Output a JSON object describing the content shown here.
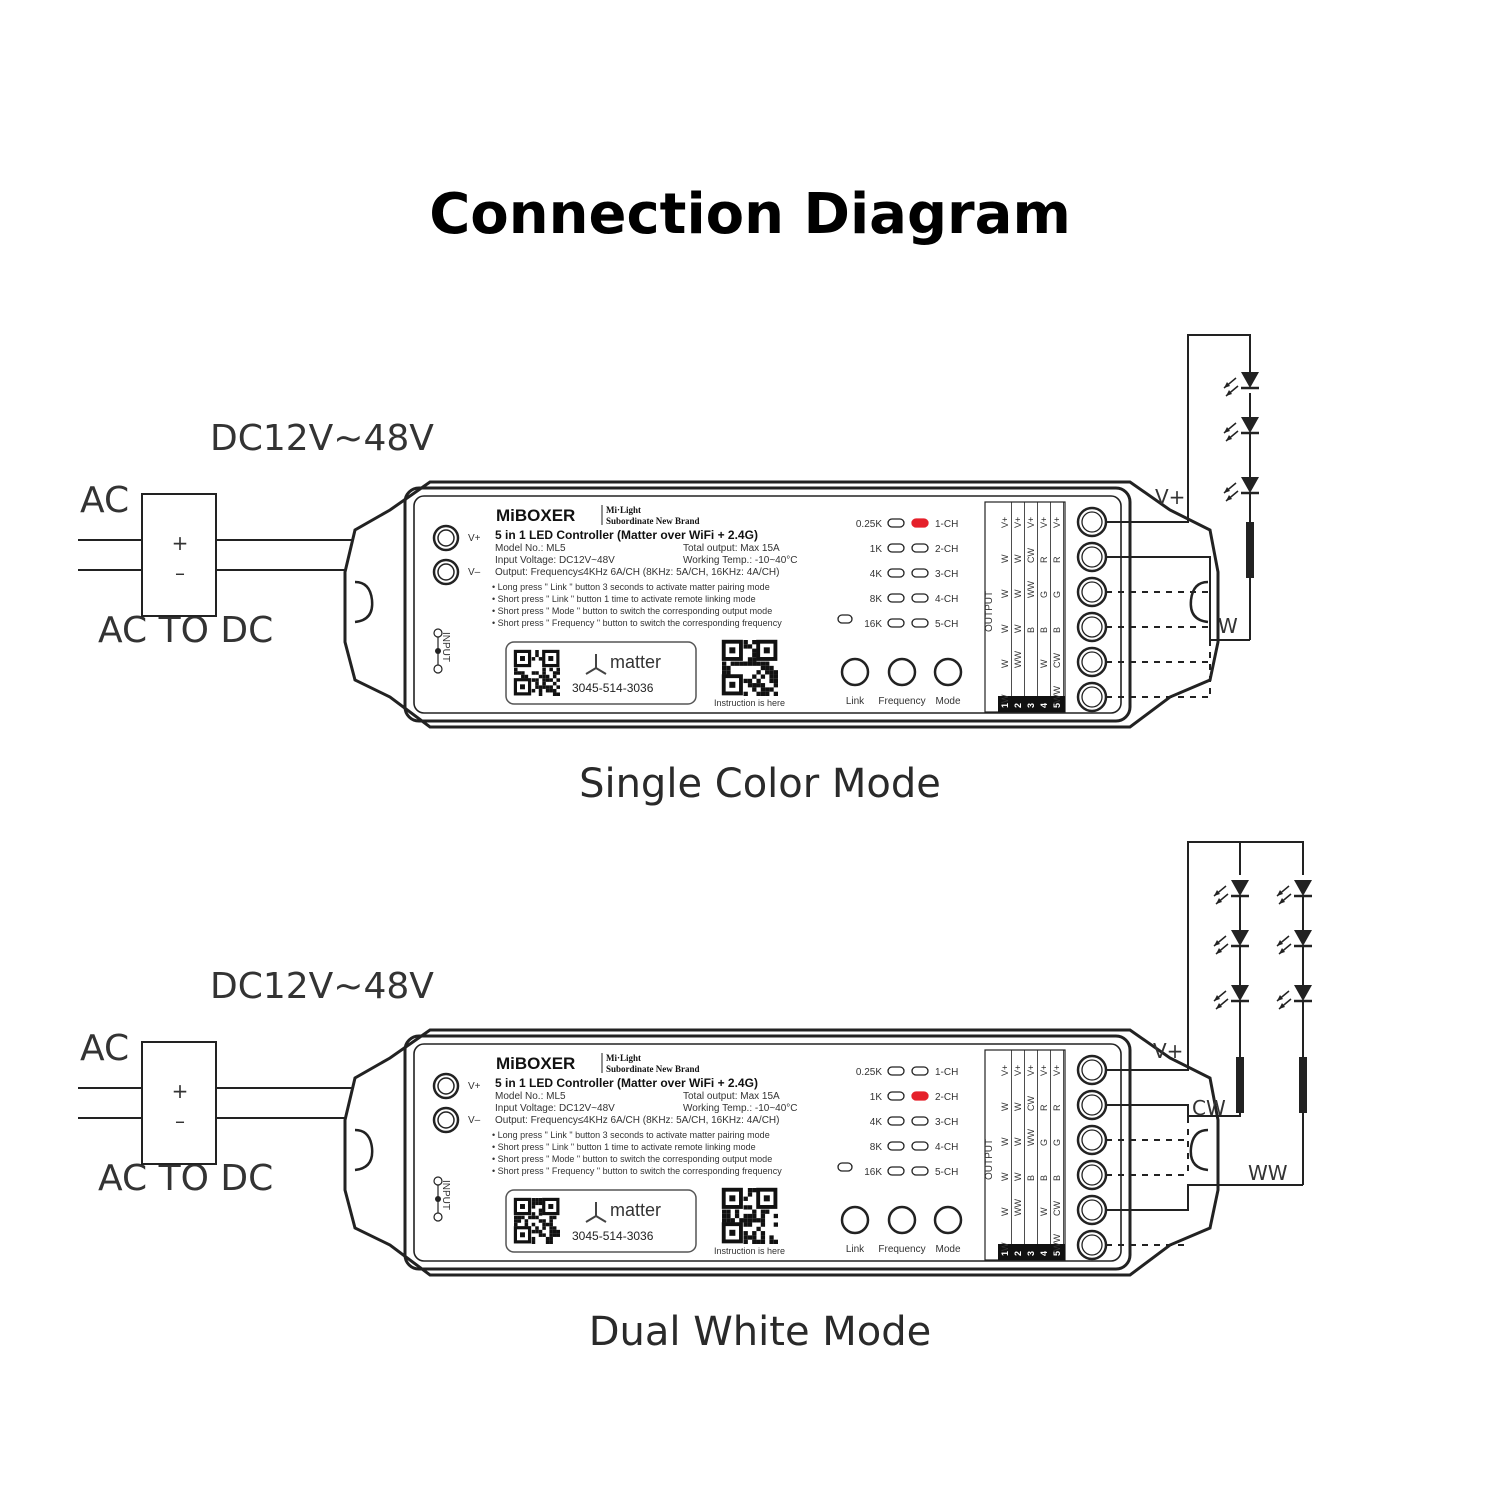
{
  "title": "Connection Diagram",
  "diagrams": [
    {
      "caption": "Single Color Mode",
      "supply_label": "DC12V~48V",
      "ac_label": "AC",
      "converter_label": "AC TO DC",
      "plus": "+",
      "minus": "–",
      "wire_labels": [
        "V+",
        "W"
      ],
      "active_led": "1-CH"
    },
    {
      "caption": "Dual White Mode",
      "supply_label": "DC12V~48V",
      "ac_label": "AC",
      "converter_label": "AC TO DC",
      "plus": "+",
      "minus": "–",
      "wire_labels": [
        "V+",
        "CW",
        "WW"
      ],
      "active_led": "2-CH"
    }
  ],
  "controller": {
    "brand": "MiBOXER",
    "sub_brand_1": "Mi·Light",
    "sub_brand_2": "Subordinate New Brand",
    "product": "5 in 1 LED Controller (Matter over WiFi + 2.4G)",
    "model": "Model No.: ML5",
    "input_voltage": "Input Voltage: DC12V~48V",
    "output": "Output: Frequency≤4KHz 6A/CH (8KHz: 5A/CH, 16KHz: 4A/CH)",
    "total_output": "Total output: Max 15A",
    "working_temp": "Working Temp.: -10~40°C",
    "instructions": [
      "Long press \" Link \" button 3 seconds to activate matter pairing mode",
      "Short press \" Link \" button 1 time to activate remote linking mode",
      "Short press \" Mode \" button to switch the corresponding output mode",
      "Short press \" Frequency \" button to switch the corresponding frequency"
    ],
    "input_terminals": [
      "V+",
      "V–"
    ],
    "input_label": "INPUT",
    "matter_label": "matter",
    "matter_code": "3045-514-3036",
    "qr_caption": "Instruction is here",
    "frequency_labels": [
      "0.25K",
      "1K",
      "4K",
      "8K",
      "16K"
    ],
    "channel_labels": [
      "1-CH",
      "2-CH",
      "3-CH",
      "4-CH",
      "5-CH"
    ],
    "buttons": [
      "Link",
      "Frequency",
      "Mode"
    ],
    "output_label": "OUTPUT",
    "output_columns": [
      {
        "number": "1",
        "pins": [
          "V+",
          "W",
          "W",
          "W",
          "W",
          "W"
        ]
      },
      {
        "number": "2",
        "pins": [
          "V+",
          "W",
          "W",
          "W",
          "WW",
          ""
        ]
      },
      {
        "number": "3",
        "pins": [
          "V+",
          "CW",
          "WW",
          "B",
          "",
          ""
        ]
      },
      {
        "number": "4",
        "pins": [
          "V+",
          "R",
          "G",
          "B",
          "W",
          ""
        ]
      },
      {
        "number": "5",
        "pins": [
          "V+",
          "R",
          "G",
          "B",
          "CW",
          "WW"
        ]
      }
    ]
  }
}
